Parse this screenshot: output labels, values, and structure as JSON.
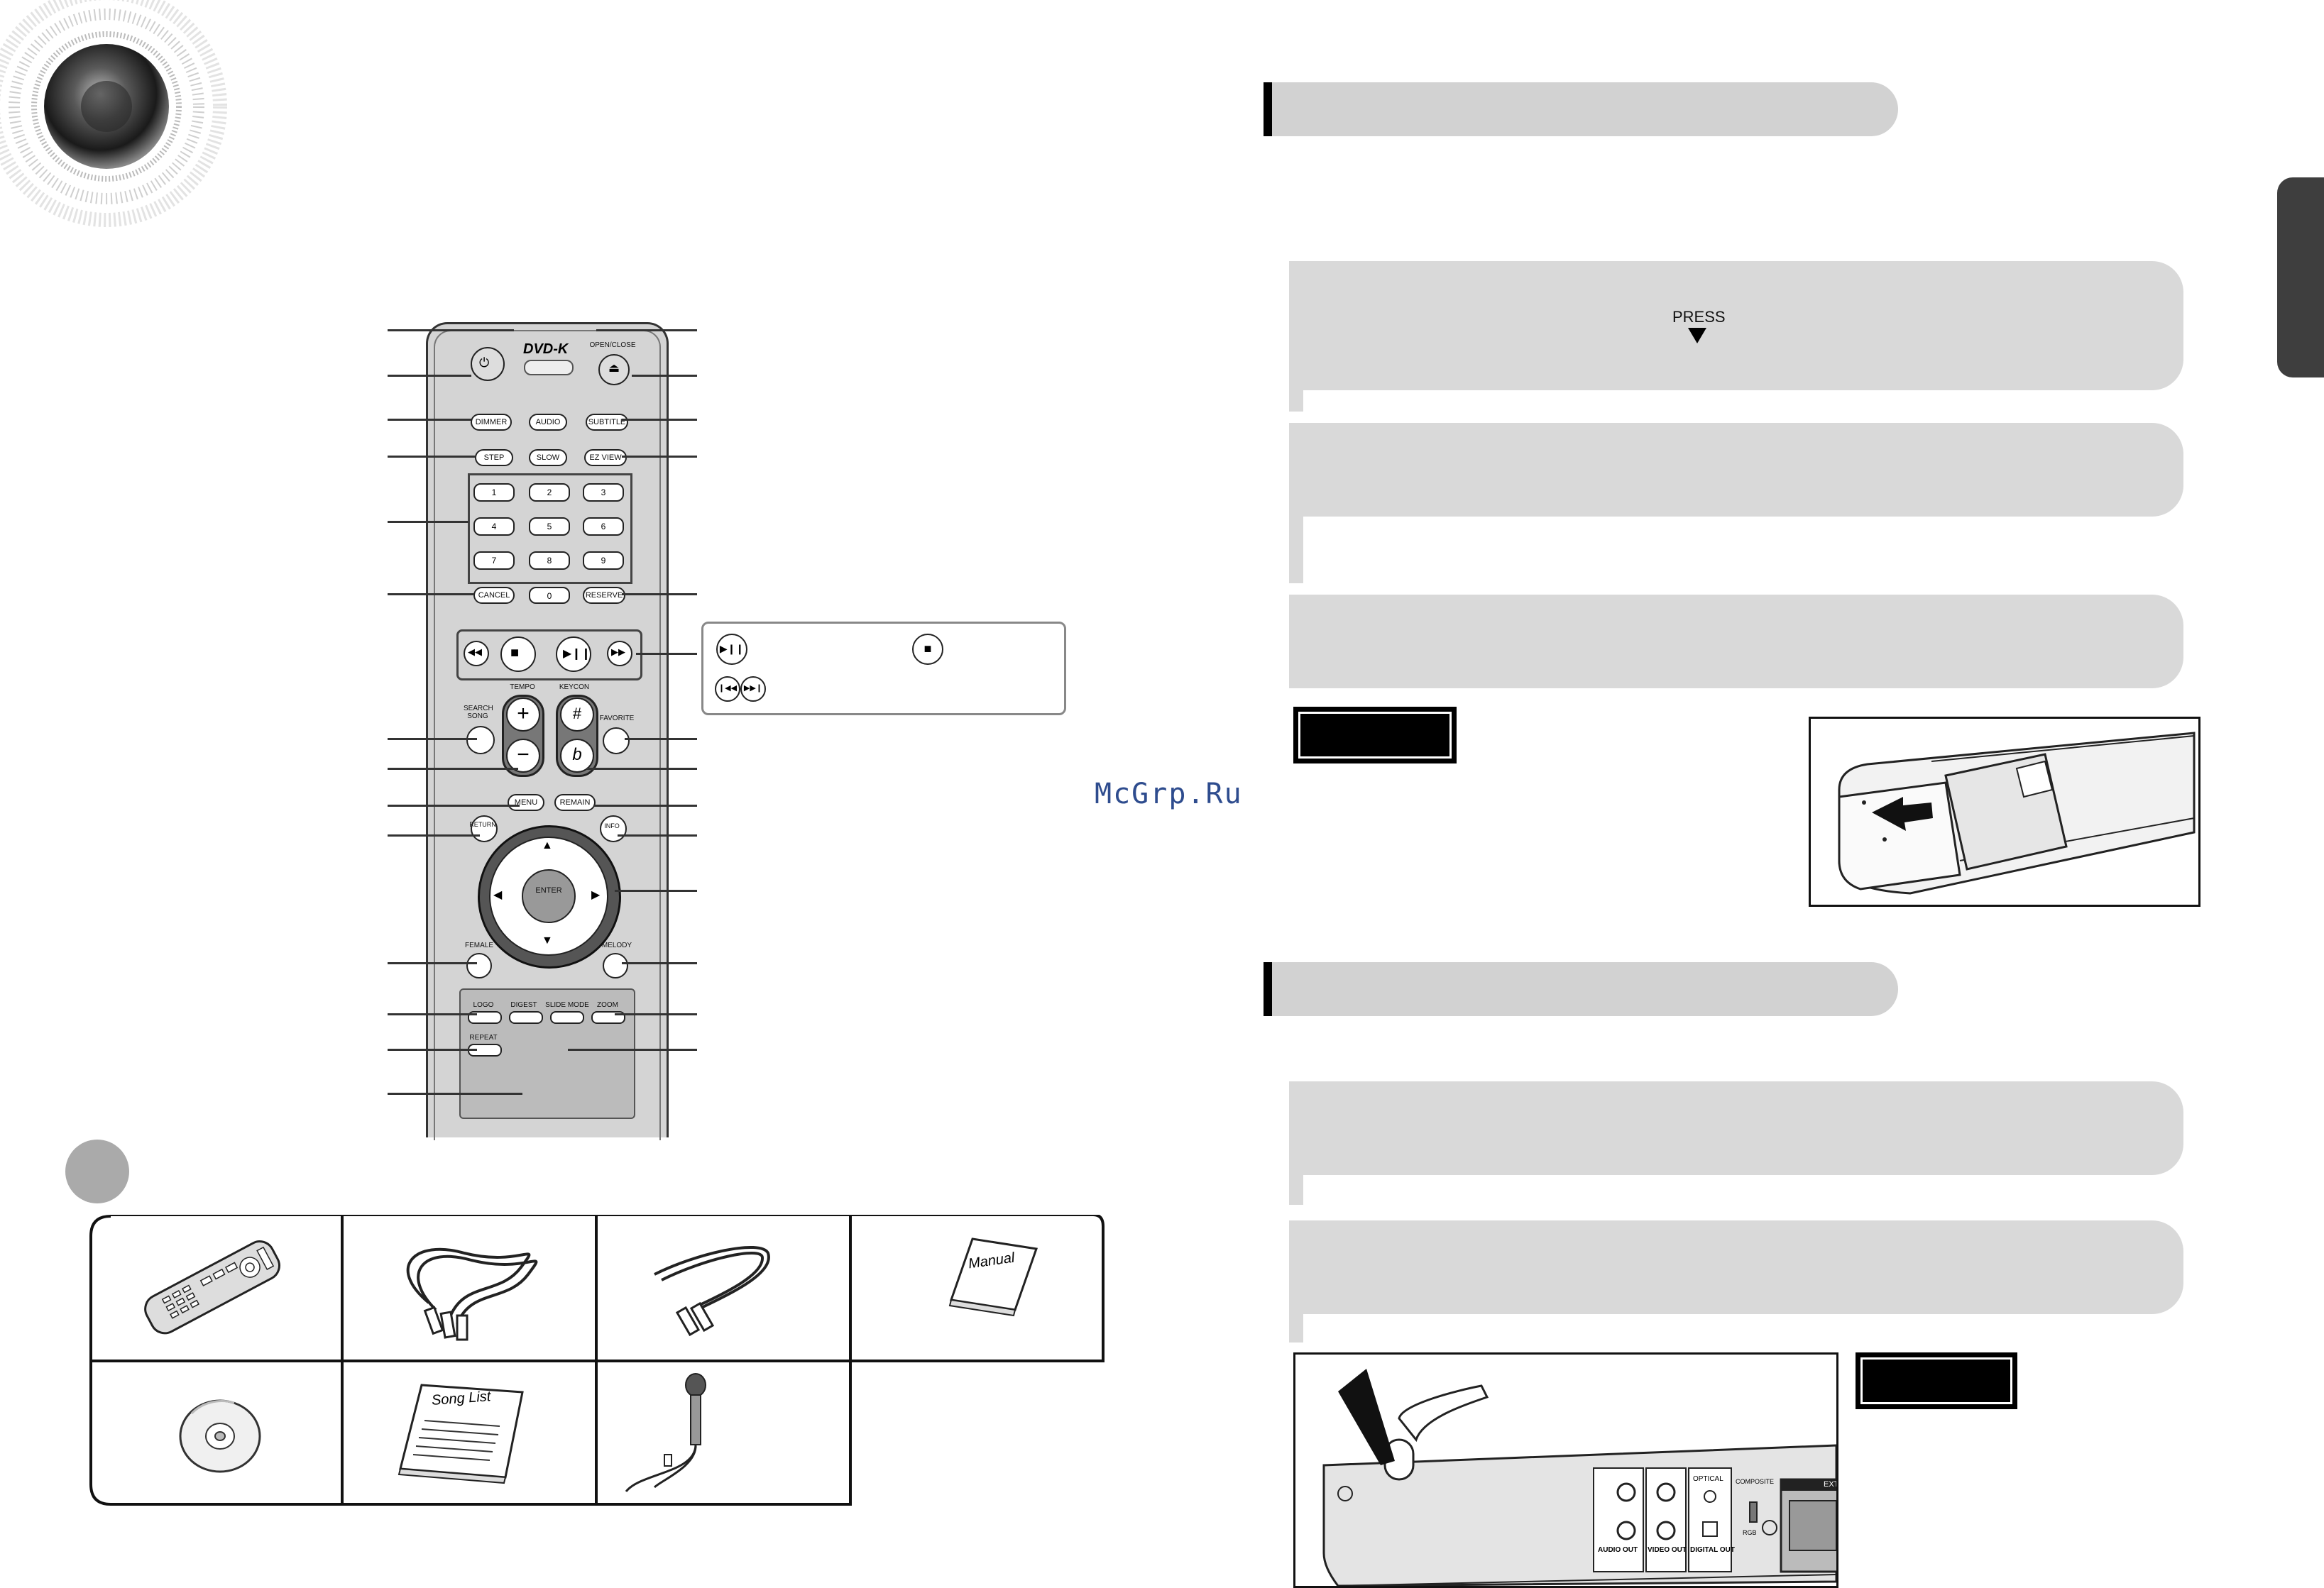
{
  "watermark": "McGrp.Ru",
  "remote": {
    "brand_logo": "DVD-K",
    "open_close": "OPEN/CLOSE",
    "dimmer": "DIMMER",
    "audio": "AUDIO",
    "subtitle": "SUBTITLE",
    "step": "STEP",
    "slow": "SLOW",
    "ez_view": "EZ VIEW",
    "numbers": [
      "1",
      "2",
      "3",
      "4",
      "5",
      "6",
      "7",
      "8",
      "9"
    ],
    "cancel": "CANCEL",
    "zero": "0",
    "reserve": "RESERVE",
    "tempo": "TEMPO",
    "keycon": "KEYCON",
    "search_song": "SEARCH SONG",
    "favorite": "FAVORITE",
    "tempo_plus": "+",
    "tempo_minus": "−",
    "key_sharp": "#",
    "key_flat": "b",
    "menu": "MENU",
    "remain": "REMAIN",
    "return": "RETURN",
    "info": "INFO",
    "enter": "ENTER",
    "female": "FEMALE",
    "melody": "MELODY",
    "logo": "LOGO",
    "digest": "DIGEST",
    "slide_mode": "SLIDE MODE",
    "zoom": "ZOOM",
    "repeat": "REPEAT"
  },
  "callout_icons": {
    "play_pause": "play-pause-icon",
    "stop": "stop-icon",
    "skip": "skip-icons"
  },
  "press_label": "PRESS",
  "accessories": {
    "manual_label": "Manual",
    "song_list_label": "Song List"
  },
  "rear_panel": {
    "audio_out": "AUDIO OUT",
    "video_out": "VIDEO OUT",
    "digital_out": "DIGITAL OUT",
    "optical": "OPTICAL",
    "composite": "COMPOSITE",
    "rgb": "RGB",
    "ext": "EXT"
  }
}
